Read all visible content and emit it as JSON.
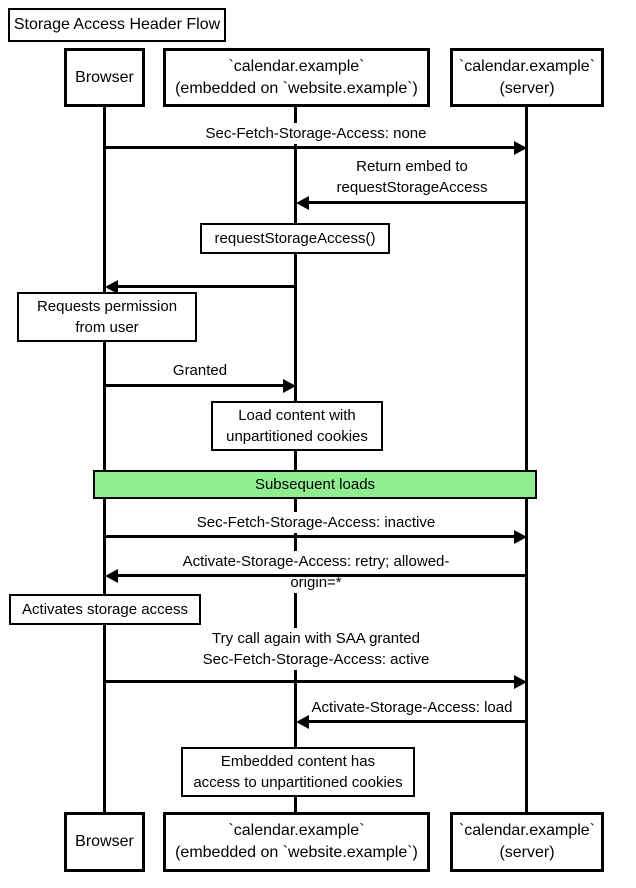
{
  "title": "Storage Access Header Flow",
  "colors": {
    "line": "#000000",
    "label_background": "#FFFFFF",
    "band_fill": "#90EE90",
    "band_border": "#000000",
    "text": "#000000"
  },
  "actors": {
    "browser": {
      "label": "Browser"
    },
    "embed": {
      "label": "`calendar.example`\n(embedded on `website.example`)"
    },
    "server": {
      "label": "`calendar.example`\n(server)"
    }
  },
  "band": {
    "label": "Subsequent loads"
  },
  "messages": [
    {
      "label": "Sec-Fetch-Storage-Access: none",
      "from": "browser",
      "to": "server"
    },
    {
      "label": "Return embed to\nrequestStorageAccess",
      "from": "server",
      "to": "embed"
    },
    {
      "label": "requestStorageAccess()",
      "from": "embed",
      "to": "browser",
      "framed": true
    },
    {
      "label": "Granted",
      "from": "browser",
      "to": "embed"
    },
    {
      "label": "Sec-Fetch-Storage-Access: inactive",
      "from": "browser",
      "to": "server"
    },
    {
      "label": "Activate-Storage-Access: retry; allowed-origin=*",
      "from": "server",
      "to": "browser"
    },
    {
      "label": "Try call again with SAA granted\nSec-Fetch-Storage-Access: active",
      "from": "browser",
      "to": "server"
    },
    {
      "label": "Activate-Storage-Access: load",
      "from": "server",
      "to": "embed"
    }
  ],
  "notes": [
    {
      "text": "Requests permission\nfrom user",
      "over": "browser"
    },
    {
      "text": "Load content with\nunpartitioned cookies",
      "over": "embed"
    },
    {
      "text": "Activates storage access",
      "over": "browser"
    },
    {
      "text": "Embedded content has\naccess to unpartitioned cookies",
      "over": "embed"
    }
  ]
}
